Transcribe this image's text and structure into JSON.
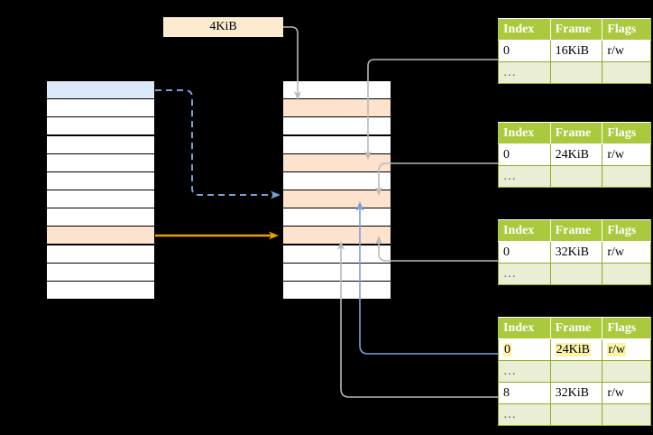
{
  "diagram": {
    "size_label": "4KiB",
    "left_column": {
      "name": "virtual-address-space",
      "row_count": 12,
      "rows": [
        {
          "index": 0,
          "fill": "blue"
        },
        {
          "index": 1,
          "fill": "white"
        },
        {
          "index": 2,
          "fill": "white"
        },
        {
          "index": 3,
          "fill": "white"
        },
        {
          "index": 4,
          "fill": "white"
        },
        {
          "index": 5,
          "fill": "white"
        },
        {
          "index": 6,
          "fill": "white"
        },
        {
          "index": 7,
          "fill": "white"
        },
        {
          "index": 8,
          "fill": "peach"
        },
        {
          "index": 9,
          "fill": "white"
        },
        {
          "index": 10,
          "fill": "white"
        },
        {
          "index": 11,
          "fill": "white"
        }
      ]
    },
    "middle_column": {
      "name": "physical-memory",
      "row_count": 12,
      "rows": [
        {
          "index": 0,
          "fill": "white"
        },
        {
          "index": 1,
          "fill": "peach"
        },
        {
          "index": 2,
          "fill": "white"
        },
        {
          "index": 3,
          "fill": "white"
        },
        {
          "index": 4,
          "fill": "peach"
        },
        {
          "index": 5,
          "fill": "white"
        },
        {
          "index": 6,
          "fill": "peach"
        },
        {
          "index": 7,
          "fill": "white"
        },
        {
          "index": 8,
          "fill": "peach"
        },
        {
          "index": 9,
          "fill": "white"
        },
        {
          "index": 10,
          "fill": "white"
        },
        {
          "index": 11,
          "fill": "white"
        }
      ]
    },
    "tables": [
      {
        "id": "page-table-1",
        "headers": [
          "Index",
          "Frame",
          "Flags"
        ],
        "rows": [
          {
            "cells": [
              "0",
              "16KiB",
              "r/w"
            ],
            "style": "data",
            "highlight": []
          },
          {
            "cells": [
              "…",
              "",
              ""
            ],
            "style": "ellipsis",
            "highlight": []
          }
        ]
      },
      {
        "id": "page-table-2",
        "headers": [
          "Index",
          "Frame",
          "Flags"
        ],
        "rows": [
          {
            "cells": [
              "0",
              "24KiB",
              "r/w"
            ],
            "style": "data",
            "highlight": []
          },
          {
            "cells": [
              "…",
              "",
              ""
            ],
            "style": "ellipsis",
            "highlight": []
          }
        ]
      },
      {
        "id": "page-table-3",
        "headers": [
          "Index",
          "Frame",
          "Flags"
        ],
        "rows": [
          {
            "cells": [
              "0",
              "32KiB",
              "r/w"
            ],
            "style": "data",
            "highlight": []
          },
          {
            "cells": [
              "…",
              "",
              ""
            ],
            "style": "ellipsis",
            "highlight": []
          }
        ]
      },
      {
        "id": "page-table-4",
        "headers": [
          "Index",
          "Frame",
          "Flags"
        ],
        "rows": [
          {
            "cells": [
              "0",
              "24KiB",
              "r/w"
            ],
            "style": "data",
            "highlight": [
              0,
              1,
              2
            ]
          },
          {
            "cells": [
              "…",
              "",
              ""
            ],
            "style": "ellipsis",
            "highlight": []
          },
          {
            "cells": [
              "8",
              "32KiB",
              "r/w"
            ],
            "style": "data",
            "highlight": []
          },
          {
            "cells": [
              "…",
              "",
              ""
            ],
            "style": "ellipsis",
            "highlight": []
          }
        ]
      }
    ],
    "colors": {
      "table_header_bg": "#aac93c",
      "table_border": "#8dad28",
      "ellipsis_bg": "#e9eed4",
      "highlight_yellow": "#fdf4a8",
      "peach": "#fde3cd",
      "blue_fill": "#dce9f9",
      "label_bg": "#fdebd0",
      "orange_arrow": "#e8a200",
      "blue_arrow": "#7b9fd4",
      "grey_arrow": "#b9b9b9",
      "background": "#000000"
    }
  }
}
